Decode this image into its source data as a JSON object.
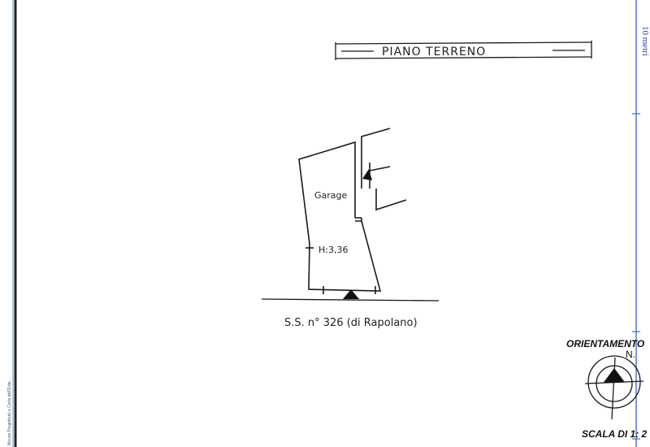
{
  "plan": {
    "title": "PIANO TERRENO",
    "room_label": "Garage",
    "height_label": "H:3,36",
    "road_label": "S.S. n° 326 (di Rapolano)"
  },
  "legend": {
    "orientation_label": "ORIENTAMENTO",
    "north_label": "N.",
    "scale_label": "SCALA DI 1: 2"
  },
  "margin": {
    "scale_bar_label": "10 metri",
    "side_note": "Alcune Progettuali a Carta dell'Ente ..."
  },
  "colors": {
    "ink": "#1a1a1a",
    "blue_rule": "#2a4fc0"
  }
}
